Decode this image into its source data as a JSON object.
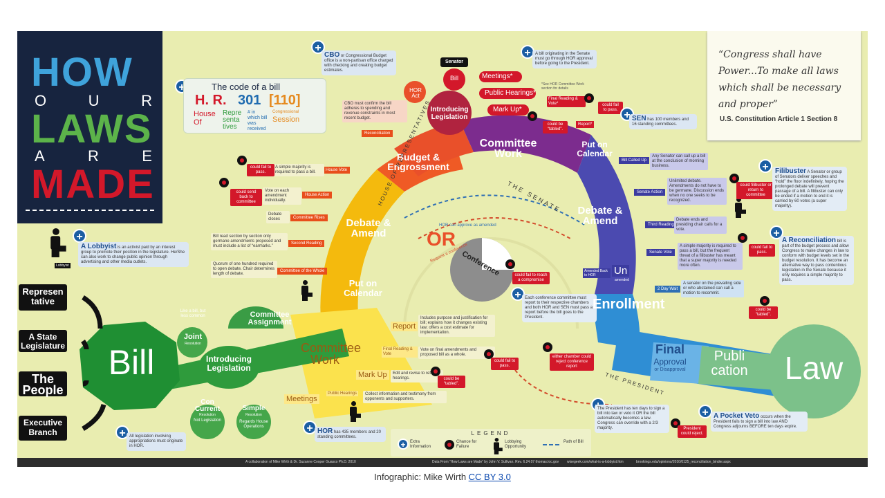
{
  "title": {
    "how": "HOW",
    "our": [
      "O",
      "U",
      "R"
    ],
    "laws": "LAWS",
    "are": [
      "A",
      "R",
      "E"
    ],
    "made": "MADE"
  },
  "code": {
    "heading": "The code of a bill",
    "hr": "H. R.",
    "num": "301",
    "session_num": "[110]",
    "house": "House Of",
    "reps": "Repre senta tives",
    "which": "# in which bill was received",
    "congress": "Congressional",
    "session": "Session"
  },
  "cbo": {
    "lead": "CBO",
    "text": "or Congressional Budget office is a non-partisan office charged with checking and creating budget estimates."
  },
  "senate_origin": {
    "text": "A bill originating in the Senate must go through HOR approval before going to the President."
  },
  "quote": {
    "text": "“Congress shall have Power...To make all laws which shall be necessary and proper”",
    "source": "U.S. Constitution Article 1 Section 8"
  },
  "lobbyist": {
    "lead": "A Lobbyist",
    "text": "is an activist paid by an interest group to promote their position in the legislature. He/She can also work to change public opinion through advertising and other media outlets.",
    "badge": "Lobbyist"
  },
  "sources": [
    "Represen tative",
    "A State Legislature",
    "The People",
    "Executive Branch"
  ],
  "bill": "Bill",
  "hor_note": "All legislation involving appropriations must originate in HOR.",
  "introducing_house": "Introducing Legislation",
  "joint": {
    "top": "Like a bill, but less common",
    "label": "Joint",
    "sub": "Resolution"
  },
  "concurrent": {
    "label": "Con Current",
    "sub": "Resolution",
    "note": "Not Legislation"
  },
  "simple": {
    "label": "Simple",
    "sub": "Resolution",
    "note": "Regards House Operations"
  },
  "committee_assignment": "Committee Assignment",
  "house_committee": {
    "label": "Committee Work",
    "report": "Report",
    "report_note": "Includes purpose and justification for bill; explains how it changes existing law; offers a cost estimate for implementation.",
    "final": "Final Reading & Vote",
    "final_note": "Vote on final amendments and proposed bill as a whole.",
    "markup": "Mark Up",
    "markup_note": "Edit and revise to reflect hearings.",
    "meetings": "Meetings",
    "hearings": "Public Hearings",
    "hearings_note": "Collect information and testimony from opponents and supporters."
  },
  "could_fail": "could fail to pass.",
  "could_be_tabled": "could be “tabled”.",
  "could_send_back": "could send back to committee",
  "house_calendar": "Put on Calendar",
  "house_debate": {
    "label": "Debate & Amend",
    "vote": "House Vote",
    "vote_note": "A simple majority is required to pass a bill.",
    "action": "House Action",
    "action_note": "Vote on each amendment individually.",
    "rises": "Committee Rises",
    "rises_note": "Debate closes",
    "second": "Second Reading",
    "second_note": "Bill read section by section only germane amendments proposed and must include a list of “earmarks.”",
    "whole": "Committee of the Whole",
    "whole_note": "Quorum of one hundred required to open debate. Chair determines length of debate."
  },
  "budget": {
    "label": "Budget & Engrossment",
    "recon": "Reconciliation",
    "recon_note": "CBO must confirm the bill adheres to spending and revenue constraints in most recent budget."
  },
  "house_label": "HOUSE OF REPRESENTATIVES",
  "hor_info": {
    "lead": "HOR",
    "text": "has 435 members and 20 standing committees."
  },
  "senate_top": {
    "hor_act": "HOR Act",
    "senator": "Senator",
    "bill": "Bill",
    "intro": "Introducing Legislation"
  },
  "senate_committee": {
    "label": "Committee Work",
    "meetings": "Meetings*",
    "hearings": "Public Hearings*",
    "markup": "Mark Up*",
    "see": "*See HOR Committee Work section for details",
    "final": "Final Reading & Vote*",
    "report": "Report*"
  },
  "senate_calendar": "Put on Calendar",
  "sen_info": {
    "lead": "SEN",
    "text": "has 100 members and 16 standing committees."
  },
  "senate_label": "THE SENATE",
  "senate_debate": {
    "label": "Debate & Amend",
    "called": "Bill Called Up",
    "called_note": "Any Senator can call up a bill at the conclusion of morning business.",
    "action": "Senate Action",
    "action_note": "Unlimited debate. Amendments do not have to be germane. Discussion ends when no one seeks to be recognized.",
    "third": "Third Reading",
    "third_note": "Debate ends and presiding chair calls for a vote.",
    "vote": "Senate Vote",
    "vote_note": "A simple majority is required to pass a bill, but the frequent threat of a filibuster has meant that a super majority is needed more often.",
    "amended": "Amended Back to HOR",
    "un": "Un",
    "un_sub": "amended",
    "wait": "2 Day Wait",
    "wait_note": "A senator on the prevailing side or who abstained can call a motion to recommit."
  },
  "filibuster": {
    "lead": "Filibuster",
    "text": "A Senator or group of Senators deliver speeches and “hold” the floor indefinitely, hoping the prolonged debate will prevent passage of a bill. A filibuster can only be ended if a motion to end it is carried by 60 votes (a super majority).",
    "tag": "could filibuster or return to committee"
  },
  "reconciliation": {
    "lead": "A Reconciliation",
    "text": "bill is part of the budget process and allow Congress to make changes in law to conform with budget levels set in the budget resolution. It has become an alternative way to pass contentious legislation in the Senate because it only requires a simple majority to pass."
  },
  "or": "OR",
  "approve": "HOR can approve as amended",
  "request": "Request a conference",
  "conference": {
    "label": "Conference",
    "fail": "could fail to reach a compromise",
    "note": "Each conference committee must report to their respective chambers and both HOR and SEN must pass a report before the bill goes to the President.",
    "reject": "either chamber could reject conference report"
  },
  "enrollment": "Enrollment",
  "final_approval": {
    "label": "Final",
    "sub": "Approval",
    "or": "or Disapproval"
  },
  "president_label": "THE PRESIDENT",
  "president_note": "The President has ten days to sign a bill into law or veto it OR the bill automatically becomes a law. Congress can override with a 2/3 majority.",
  "president_reject": "President could reject.",
  "pocket": {
    "lead": "A Pocket Veto",
    "text": "occurs when the President fails to sign a bill into law AND Congress adjourns BEFORE ten days expire."
  },
  "publication": "Publi cation",
  "law": "Law",
  "legend": {
    "title": "LEGEND",
    "items": [
      "Extra Information",
      "Chance for Failure",
      "Lobbying Opportunity",
      "Path of Bill"
    ]
  },
  "footer": {
    "left": "A collaboration of Mike Wirth & Dr. Suzanne Cooper Guasco Ph.D. 2010",
    "mid": "Data From “How Laws are Made” by John V. Sullivan. Rev. 6.24.07 thomas.loc.gov",
    "r1": "wisegeek.com/what-is-a-lobbyist.htm",
    "r2": "brookings.edu/opinions/2010/0125_reconciliation_binder.aspx"
  },
  "caption": {
    "prefix": "Infographic: Mike Wirth ",
    "link": "CC BY 3.0"
  }
}
